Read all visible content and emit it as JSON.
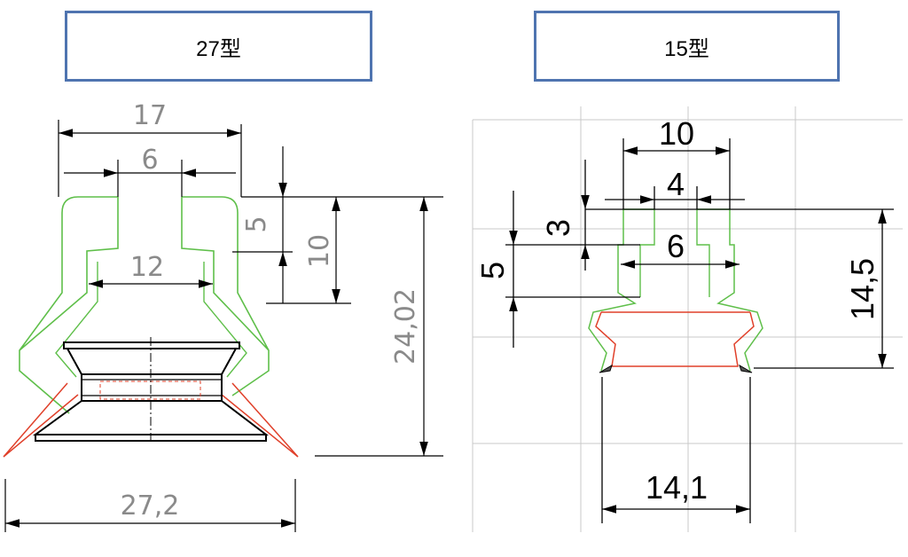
{
  "titles": {
    "model_27": "27型",
    "model_15": "15型"
  },
  "colors": {
    "box_border": "#4f74b0",
    "outline_green": "#5fbf4a",
    "lip_red": "#e0402a",
    "grid": "#c8c8c8"
  },
  "dims_27": {
    "top_width": "17",
    "stem_width": "6",
    "inner_width": "12",
    "neck_height": "5",
    "stem_height": "10",
    "total_height": "24,02",
    "bottom_width": "27,2"
  },
  "dims_15": {
    "top_width": "10",
    "stem_width": "4",
    "neck_height": "3",
    "inner_width": "6",
    "stem_height": "5",
    "total_height": "14,5",
    "bottom_width": "14,1"
  }
}
